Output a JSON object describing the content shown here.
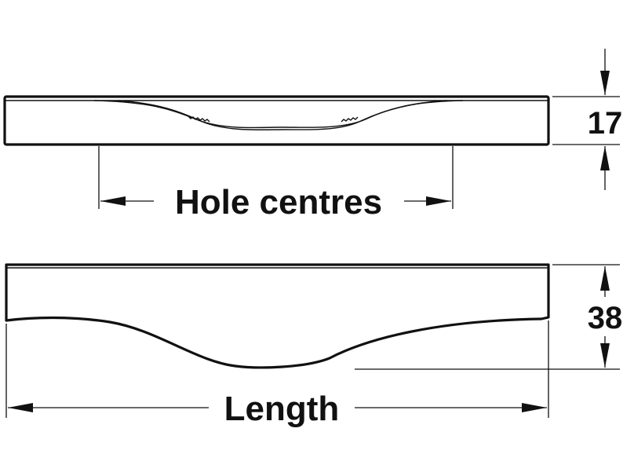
{
  "labels": {
    "hole_centres": "Hole centres",
    "length": "Length",
    "height": "17",
    "depth": "38"
  },
  "colors": {
    "line": "#111111",
    "background": "#ffffff"
  }
}
